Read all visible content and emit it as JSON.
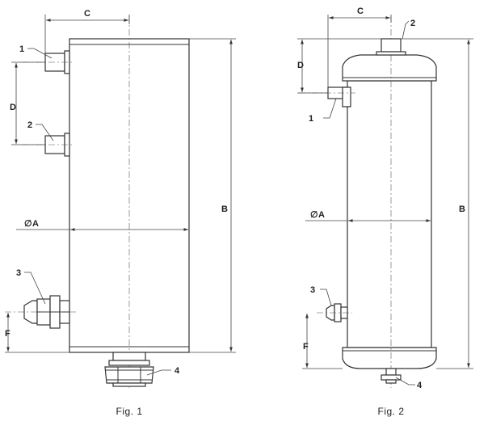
{
  "figures": [
    {
      "caption": "Fig. 1",
      "dimensions": {
        "c": "C",
        "d": "D",
        "a": "A",
        "b": "B",
        "f": "F"
      },
      "parts": {
        "p1": "1",
        "p2": "2",
        "p3": "3",
        "p4": "4"
      }
    },
    {
      "caption": "Fig. 2",
      "dimensions": {
        "c": "C",
        "d": "D",
        "a": "A",
        "b": "B",
        "f": "F"
      },
      "parts": {
        "p1": "1",
        "p2": "2",
        "p3": "3",
        "p4": "4"
      }
    }
  ],
  "symbols": {
    "diameter": "∅"
  }
}
